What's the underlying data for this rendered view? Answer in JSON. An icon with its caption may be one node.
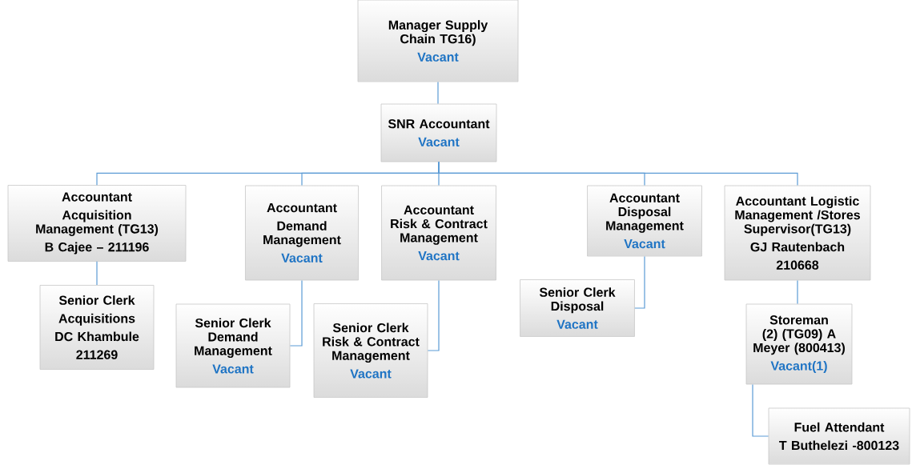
{
  "diagram": {
    "nodes": [
      {
        "text": [
          "Manager Supply Chain TG16)",
          "Vacant"
        ]
      },
      {
        "text": [
          "SNR Accountant",
          "Vacant"
        ]
      },
      {
        "text": [
          "Accountant",
          "Acquisition Management (TG13)",
          "B Cajee – 211196"
        ]
      },
      {
        "text": [
          "Senior Clerk",
          "Acquisitions",
          "DC Khambule",
          "211269"
        ]
      },
      {
        "text": [
          "Accountant",
          "Demand Management",
          "Vacant"
        ]
      },
      {
        "text": [
          "Senior Clerk Demand Management",
          "Vacant"
        ]
      },
      {
        "text": [
          "Accountant Risk & Contract Management",
          "Vacant"
        ]
      },
      {
        "text": [
          "Senior Clerk Risk & Contract Management",
          "Vacant"
        ]
      },
      {
        "text": [
          "Accountant Disposal Management",
          "Vacant"
        ]
      },
      {
        "text": [
          "Senior Clerk Disposal",
          "Vacant"
        ]
      },
      {
        "text": [
          "Accountant Logistic Management /Stores Supervisor(TG13)",
          "GJ Rautenbach",
          "210668"
        ]
      },
      {
        "text": [
          "Storeman (2) (TG09) A Meyer (800413)",
          "Vacant(1)"
        ]
      },
      {
        "text": [
          "Fuel Attendant",
          "T Buthelezi -800123"
        ]
      }
    ],
    "edges": [
      {
        "from": 0,
        "to": 1,
        "arrow": "none"
      },
      {
        "from": 1,
        "to": 2,
        "arrow": "none"
      },
      {
        "from": 1,
        "to": 4,
        "arrow": "none"
      },
      {
        "from": 1,
        "to": 6,
        "arrow": "none"
      },
      {
        "from": 1,
        "to": 8,
        "arrow": "none"
      },
      {
        "from": 1,
        "to": 10,
        "arrow": "none"
      },
      {
        "from": 2,
        "to": 3,
        "arrow": "none"
      },
      {
        "from": 4,
        "to": 5,
        "arrow": "none"
      },
      {
        "from": 6,
        "to": 7,
        "arrow": "none"
      },
      {
        "from": 8,
        "to": 9,
        "arrow": "none"
      },
      {
        "from": 10,
        "to": 11,
        "arrow": "none"
      },
      {
        "from": 11,
        "to": 12,
        "arrow": "none"
      }
    ]
  }
}
